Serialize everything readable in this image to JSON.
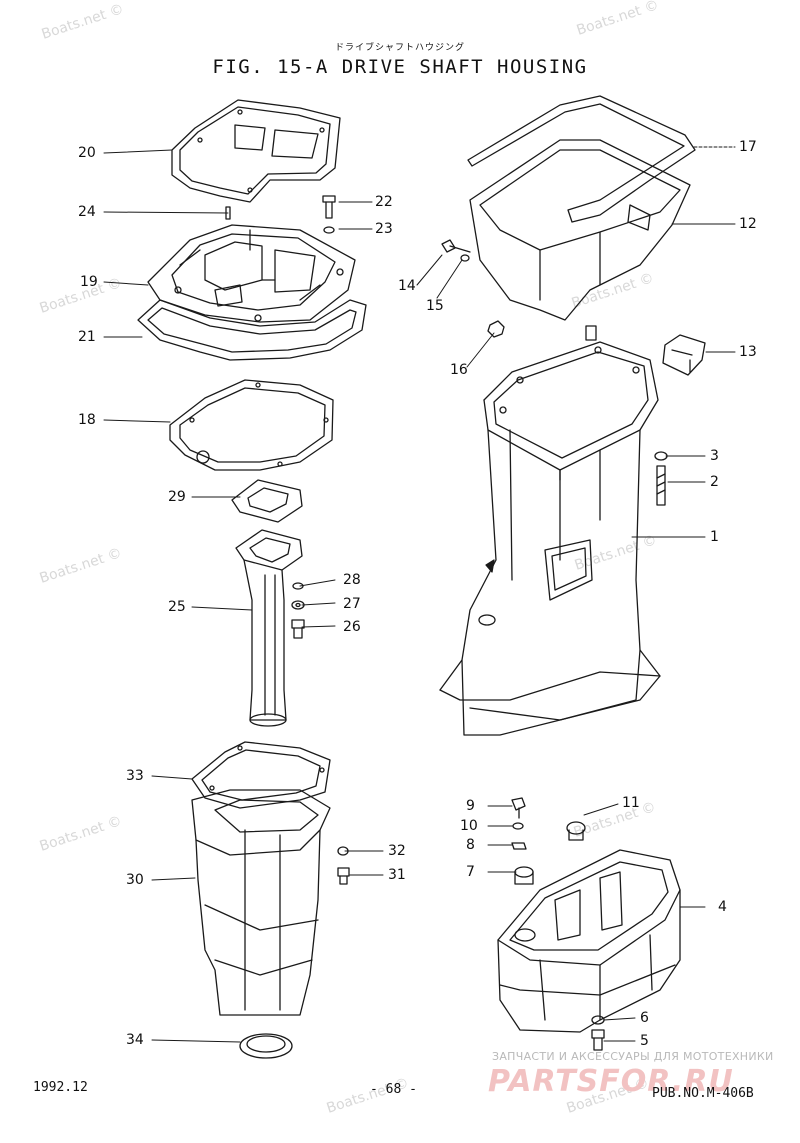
{
  "header": {
    "subtitle": "ドライブシャフトハウジング",
    "title": "FIG. 15-A DRIVE SHAFT HOUSING"
  },
  "callouts": [
    "20",
    "24",
    "19",
    "21",
    "18",
    "29",
    "25",
    "22",
    "23",
    "28",
    "27",
    "26",
    "17",
    "12",
    "14",
    "15",
    "16",
    "13",
    "3",
    "2",
    "1",
    "33",
    "30",
    "34",
    "32",
    "31",
    "9",
    "10",
    "8",
    "7",
    "11",
    "4",
    "6",
    "5"
  ],
  "watermark": "Boats.net ©",
  "footer": {
    "date": "1992.12",
    "page": "- 68 -",
    "pub": "PUB.NO.M-406B"
  },
  "shop": {
    "caption": "ЗАПЧАСТИ И АКСЕССУАРЫ ДЛЯ МОТОТЕХНИКИ",
    "logo": "PARTSFOR.RU"
  },
  "colors": {
    "line": "#1a1a1a",
    "watermark": "#d8d8d8",
    "shop_logo": "#f2c2c2"
  }
}
